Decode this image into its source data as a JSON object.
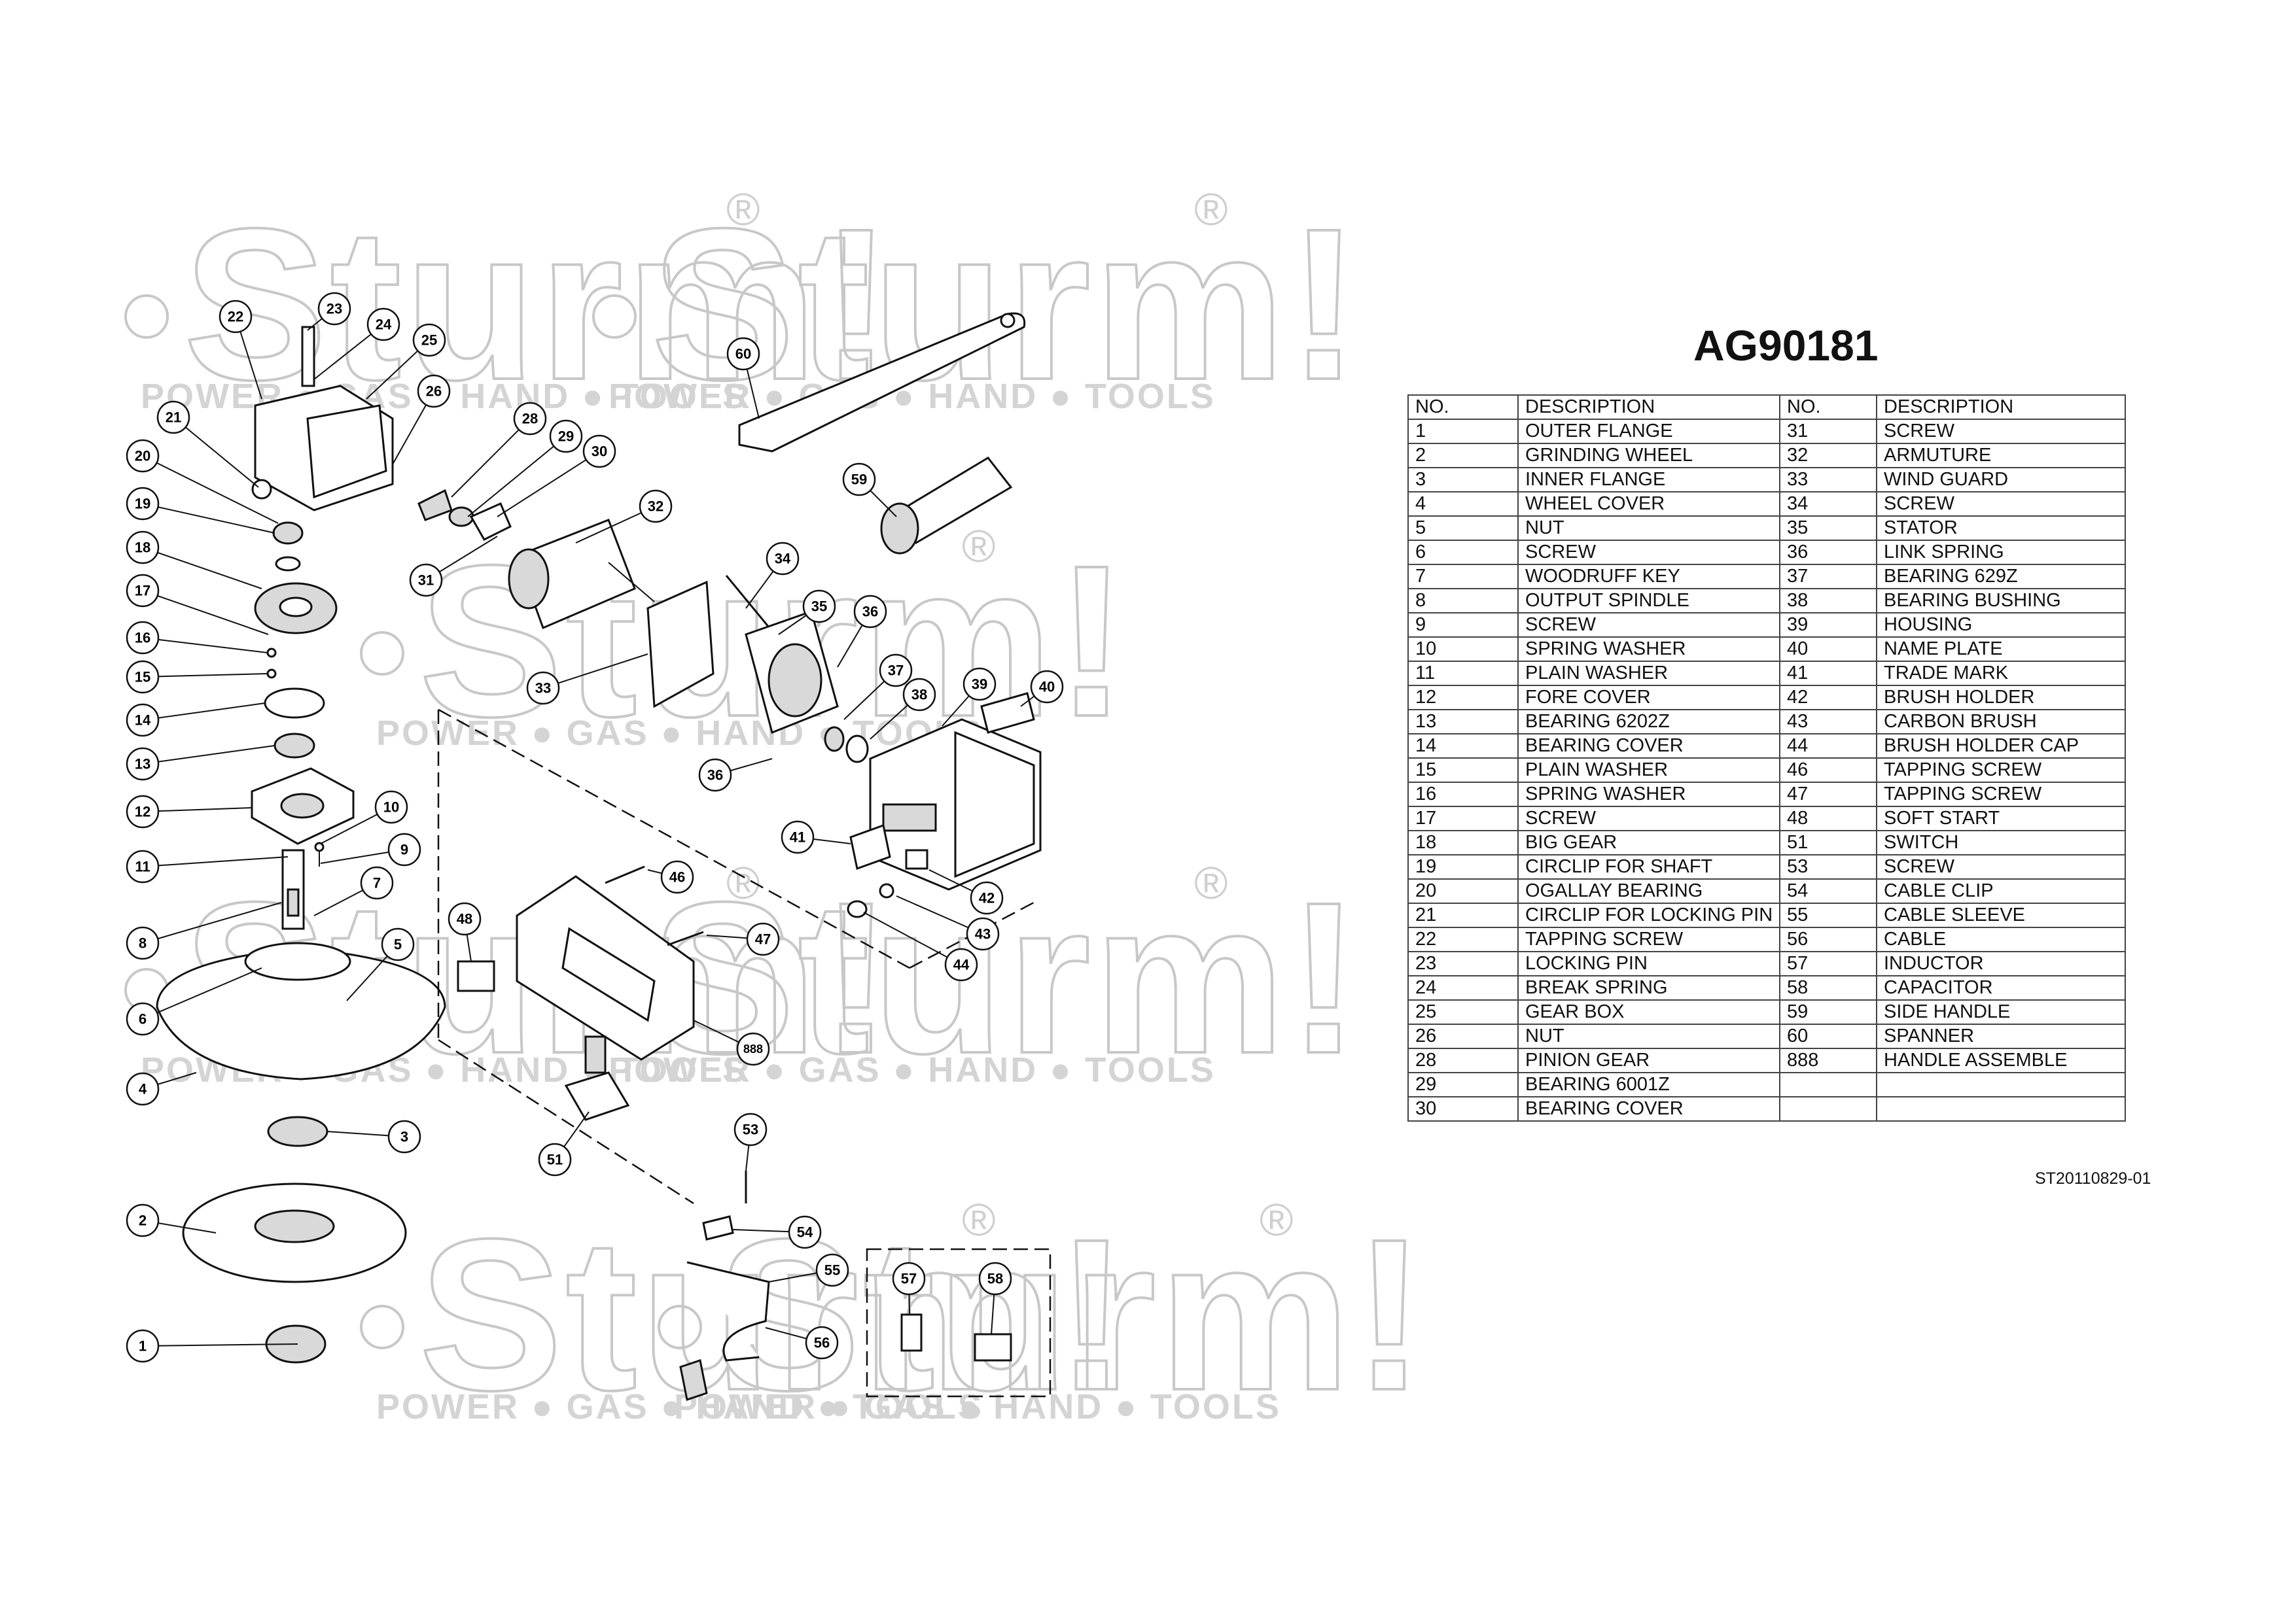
{
  "watermark": {
    "brand": "Sturm!",
    "registered": "®",
    "tagline": "POWER ● GAS ● HAND ● TOOLS"
  },
  "model": "AG90181",
  "table": {
    "headers": [
      "NO.",
      "DESCRIPTION",
      "NO.",
      "DESCRIPTION"
    ],
    "rows": [
      [
        "1",
        "OUTER FLANGE",
        "31",
        "SCREW"
      ],
      [
        "2",
        "GRINDING WHEEL",
        "32",
        "ARMUTURE"
      ],
      [
        "3",
        "INNER FLANGE",
        "33",
        "WIND GUARD"
      ],
      [
        "4",
        "WHEEL COVER",
        "34",
        "SCREW"
      ],
      [
        "5",
        "NUT",
        "35",
        "STATOR"
      ],
      [
        "6",
        "SCREW",
        "36",
        "LINK SPRING"
      ],
      [
        "7",
        "WOODRUFF KEY",
        "37",
        "BEARING 629Z"
      ],
      [
        "8",
        "OUTPUT SPINDLE",
        "38",
        "BEARING BUSHING"
      ],
      [
        "9",
        "SCREW",
        "39",
        "HOUSING"
      ],
      [
        "10",
        "SPRING WASHER",
        "40",
        "NAME PLATE"
      ],
      [
        "11",
        "PLAIN WASHER",
        "41",
        "TRADE MARK"
      ],
      [
        "12",
        "FORE COVER",
        "42",
        "BRUSH HOLDER"
      ],
      [
        "13",
        "BEARING 6202Z",
        "43",
        "CARBON BRUSH"
      ],
      [
        "14",
        "BEARING COVER",
        "44",
        "BRUSH HOLDER CAP"
      ],
      [
        "15",
        "PLAIN WASHER",
        "46",
        "TAPPING SCREW"
      ],
      [
        "16",
        "SPRING WASHER",
        "47",
        "TAPPING SCREW"
      ],
      [
        "17",
        "SCREW",
        "48",
        "SOFT START"
      ],
      [
        "18",
        "BIG GEAR",
        "51",
        "SWITCH"
      ],
      [
        "19",
        "CIRCLIP FOR SHAFT",
        "53",
        "SCREW"
      ],
      [
        "20",
        "OGALLAY BEARING",
        "54",
        "CABLE CLIP"
      ],
      [
        "21",
        "CIRCLIP FOR LOCKING PIN",
        "55",
        "CABLE SLEEVE"
      ],
      [
        "22",
        "TAPPING SCREW",
        "56",
        "CABLE"
      ],
      [
        "23",
        "LOCKING PIN",
        "57",
        "INDUCTOR"
      ],
      [
        "24",
        "BREAK SPRING",
        "58",
        "CAPACITOR"
      ],
      [
        "25",
        "GEAR BOX",
        "59",
        "SIDE HANDLE"
      ],
      [
        "26",
        "NUT",
        "60",
        "SPANNER"
      ],
      [
        "28",
        "PINION GEAR",
        "888",
        "HANDLE ASSEMBLE"
      ],
      [
        "29",
        "BEARING 6001Z",
        "",
        ""
      ],
      [
        "30",
        "BEARING COVER",
        "",
        ""
      ]
    ]
  },
  "doc_code": "ST20110829-01",
  "callouts": [
    "1",
    "2",
    "3",
    "4",
    "5",
    "6",
    "7",
    "8",
    "9",
    "10",
    "11",
    "12",
    "13",
    "14",
    "15",
    "16",
    "17",
    "18",
    "19",
    "20",
    "21",
    "22",
    "23",
    "24",
    "25",
    "26",
    "28",
    "29",
    "30",
    "31",
    "32",
    "33",
    "34",
    "35",
    "36",
    "36",
    "37",
    "38",
    "39",
    "40",
    "41",
    "42",
    "43",
    "44",
    "46",
    "47",
    "48",
    "51",
    "53",
    "54",
    "55",
    "56",
    "57",
    "58",
    "59",
    "60",
    "888"
  ]
}
